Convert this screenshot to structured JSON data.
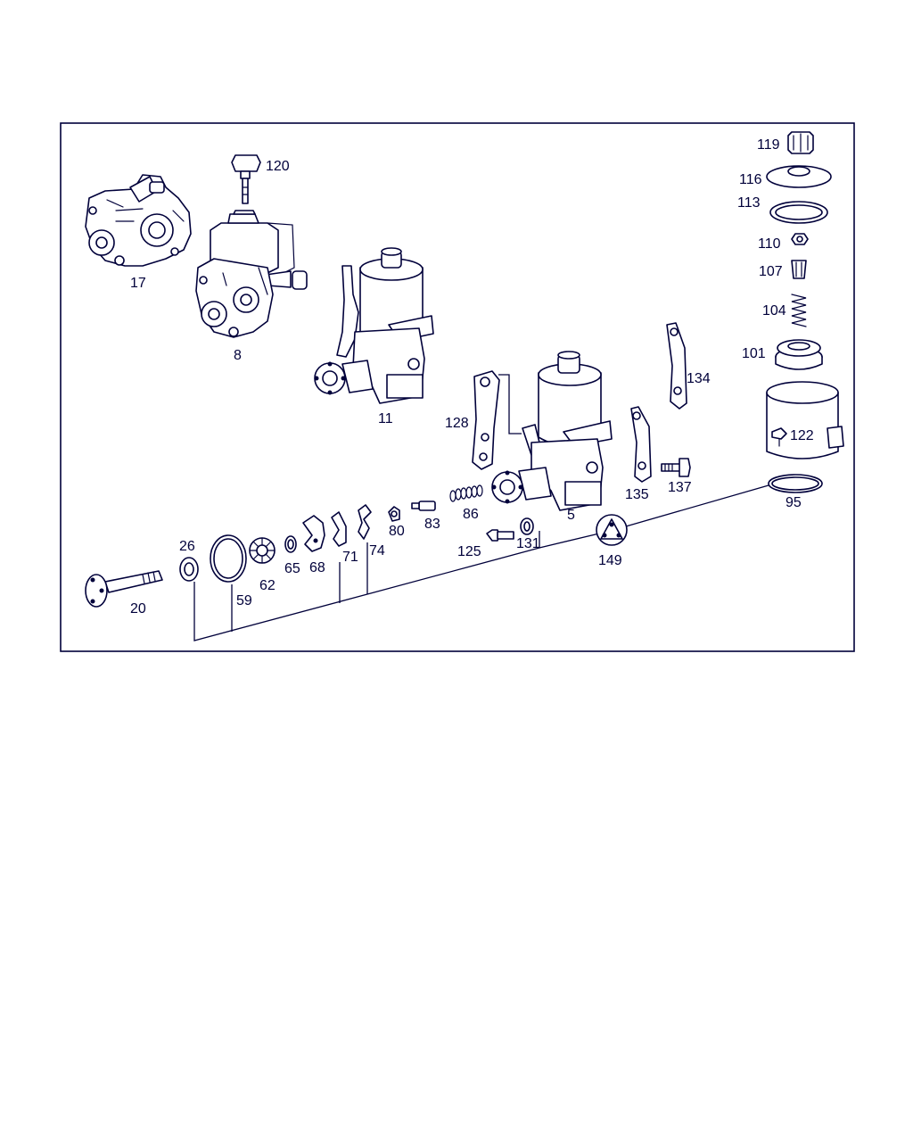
{
  "callouts": {
    "c17": "17",
    "c8": "8",
    "c120": "120",
    "c11": "11",
    "c5": "5",
    "c128": "128",
    "c134": "134",
    "c135": "135",
    "c137": "137",
    "c119": "119",
    "c116": "116",
    "c113": "113",
    "c110": "110",
    "c107": "107",
    "c104": "104",
    "c101": "101",
    "c122": "122",
    "c95": "95",
    "c149": "149",
    "c125": "125",
    "c131": "131",
    "c86": "86",
    "c83": "83",
    "c80": "80",
    "c74": "74",
    "c71": "71",
    "c68": "68",
    "c65": "65",
    "c62": "62",
    "c59": "59",
    "c26": "26",
    "c20": "20"
  }
}
